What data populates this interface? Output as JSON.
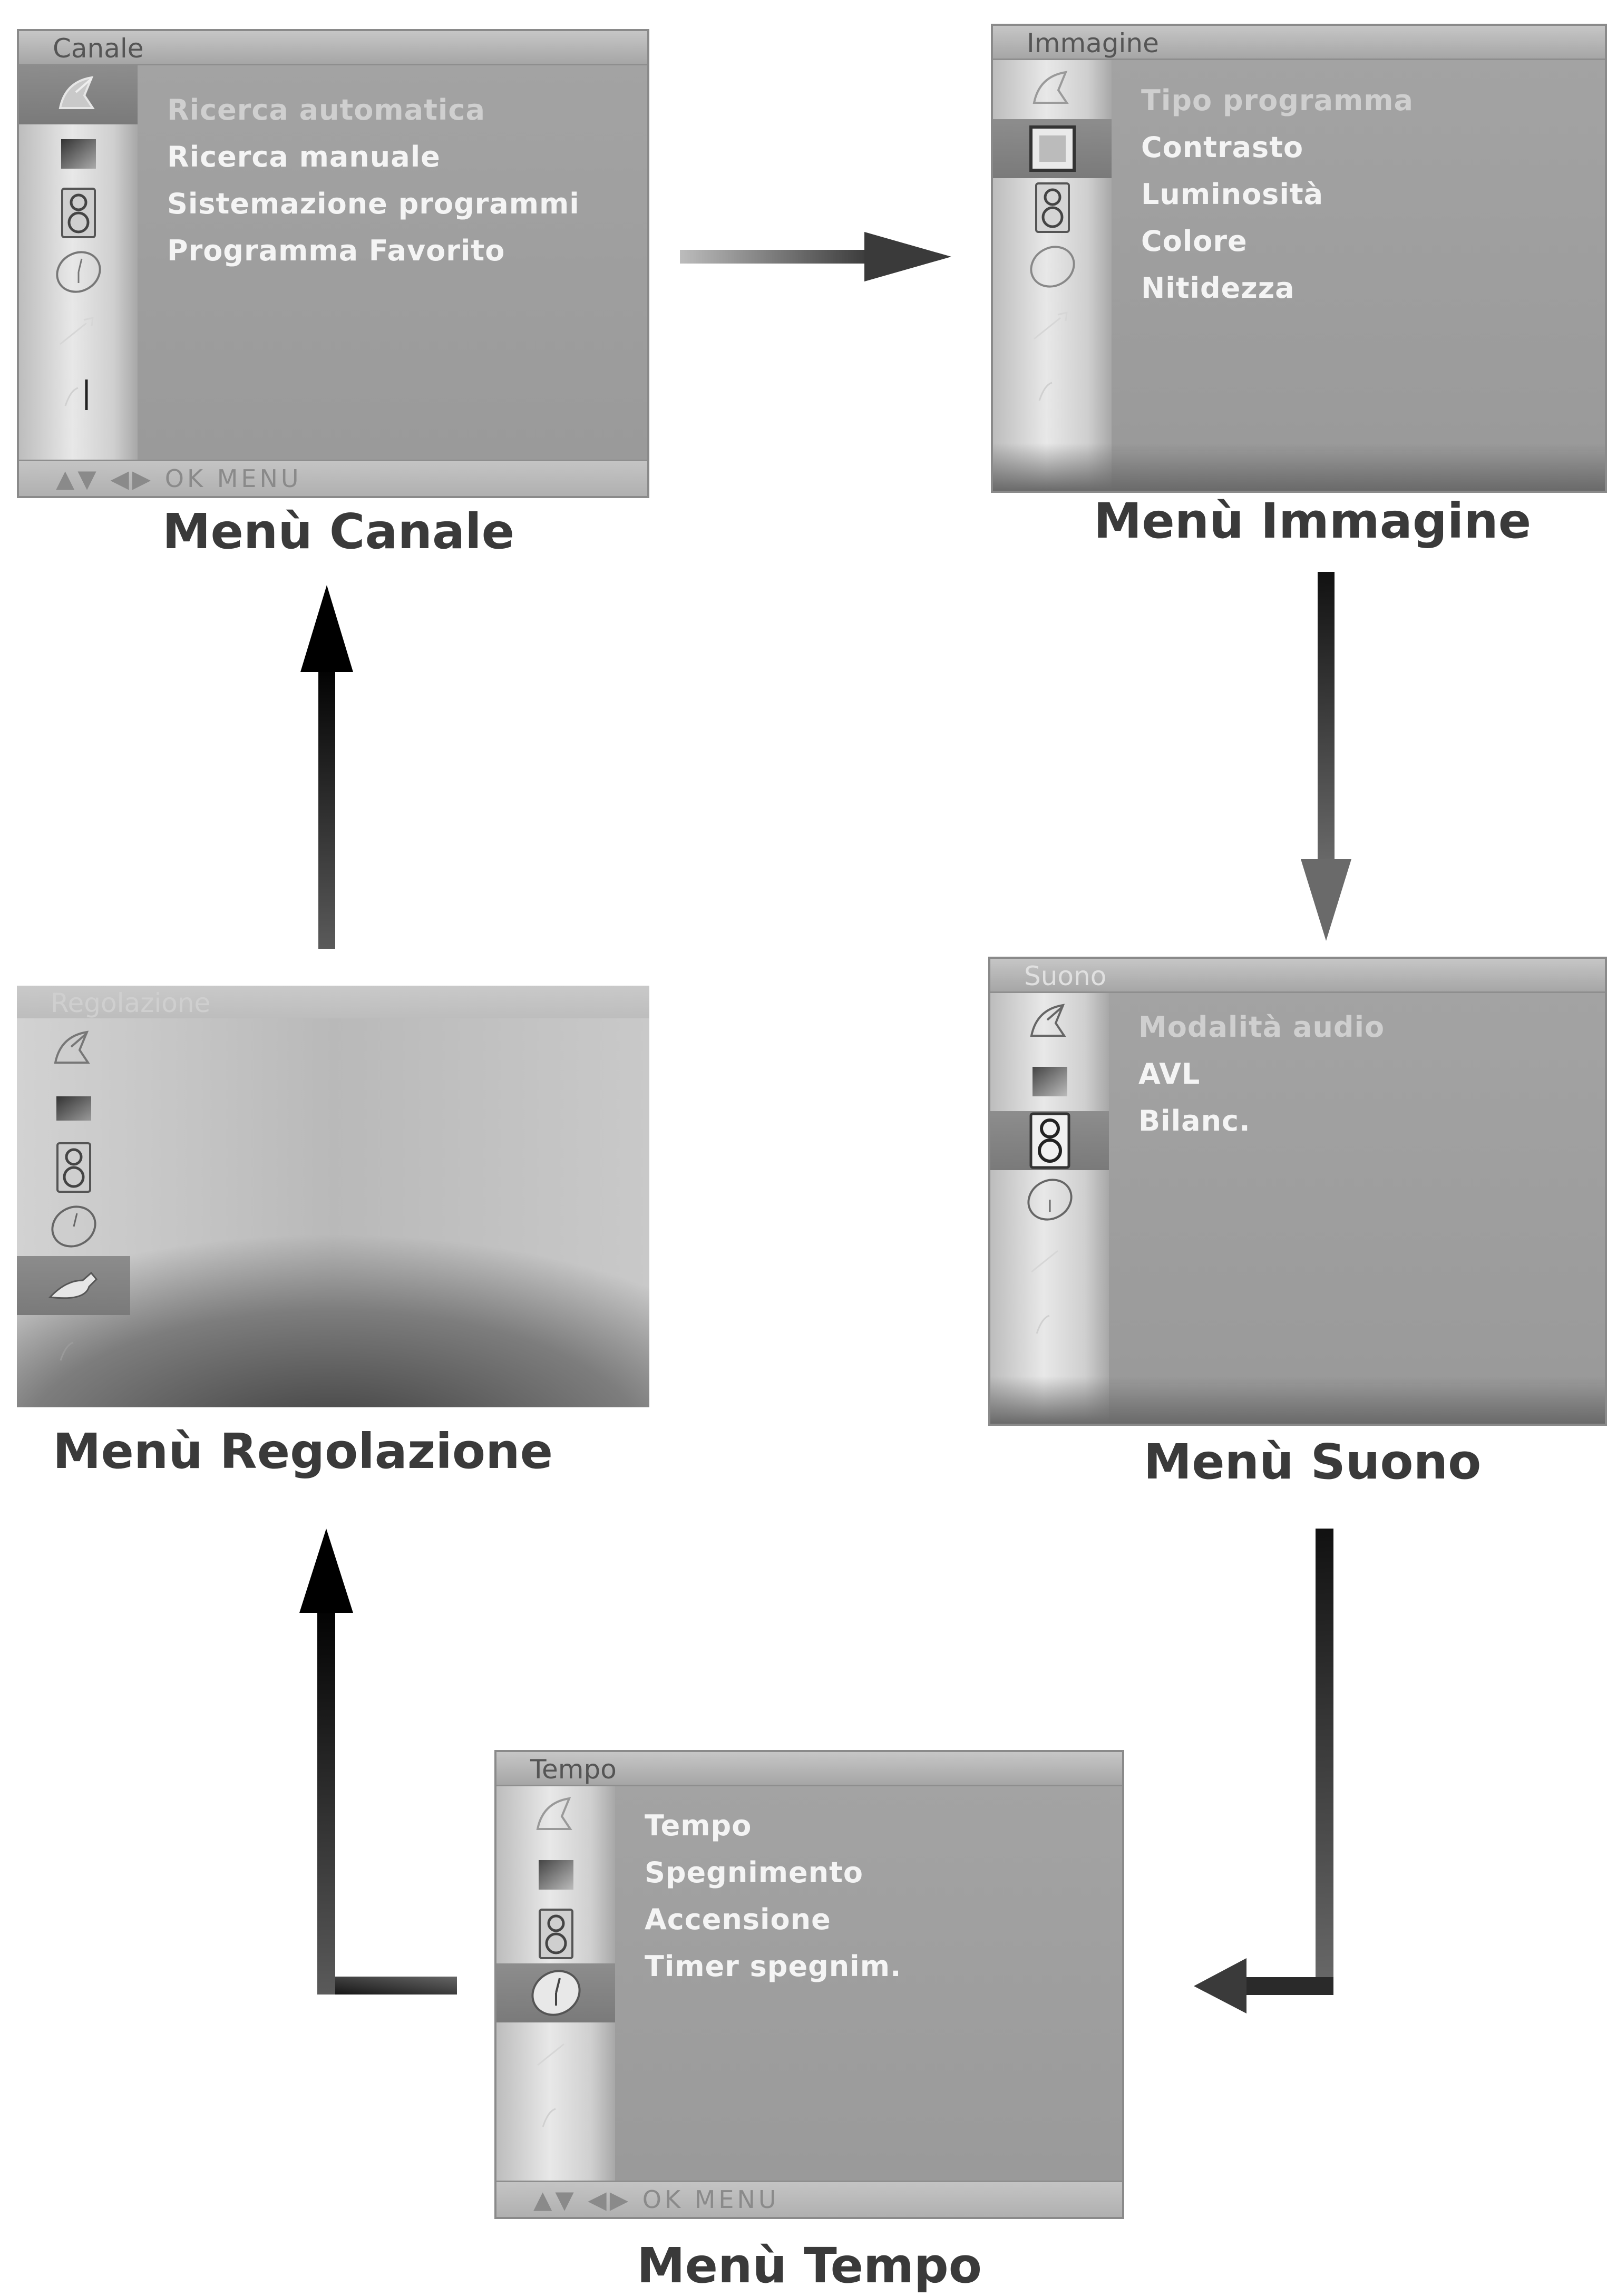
{
  "menus": {
    "canale": {
      "title": "Canale",
      "items": [
        "Ricerca automatica",
        "Ricerca manuale",
        "Sistemazione programmi",
        "Programma Favorito"
      ],
      "footer": "▲▼ ◀▶ OK MENU",
      "caption": "Menù Canale"
    },
    "immagine": {
      "title": "Immagine",
      "items": [
        "Tipo programma",
        "Contrasto",
        "Luminosità",
        "Colore",
        "Nitidezza"
      ],
      "caption": "Menù Immagine"
    },
    "suono": {
      "title": "Suono",
      "items": [
        "Modalità audio",
        "AVL",
        "Bilanc."
      ],
      "caption": "Menù Suono"
    },
    "regolazione": {
      "title": "Regolazione",
      "caption": "Menù Regolazione"
    },
    "tempo": {
      "title": "Tempo",
      "items": [
        "Tempo",
        "Spegnimento",
        "Accensione",
        "Timer spegnim."
      ],
      "footer": "▲▼ ◀▶ OK MENU",
      "caption": "Menù Tempo"
    }
  },
  "icons": [
    "satellite-dish-icon",
    "picture-square-icon",
    "speaker-icon",
    "clock-icon",
    "wrench-icon",
    "pointer-icon"
  ]
}
